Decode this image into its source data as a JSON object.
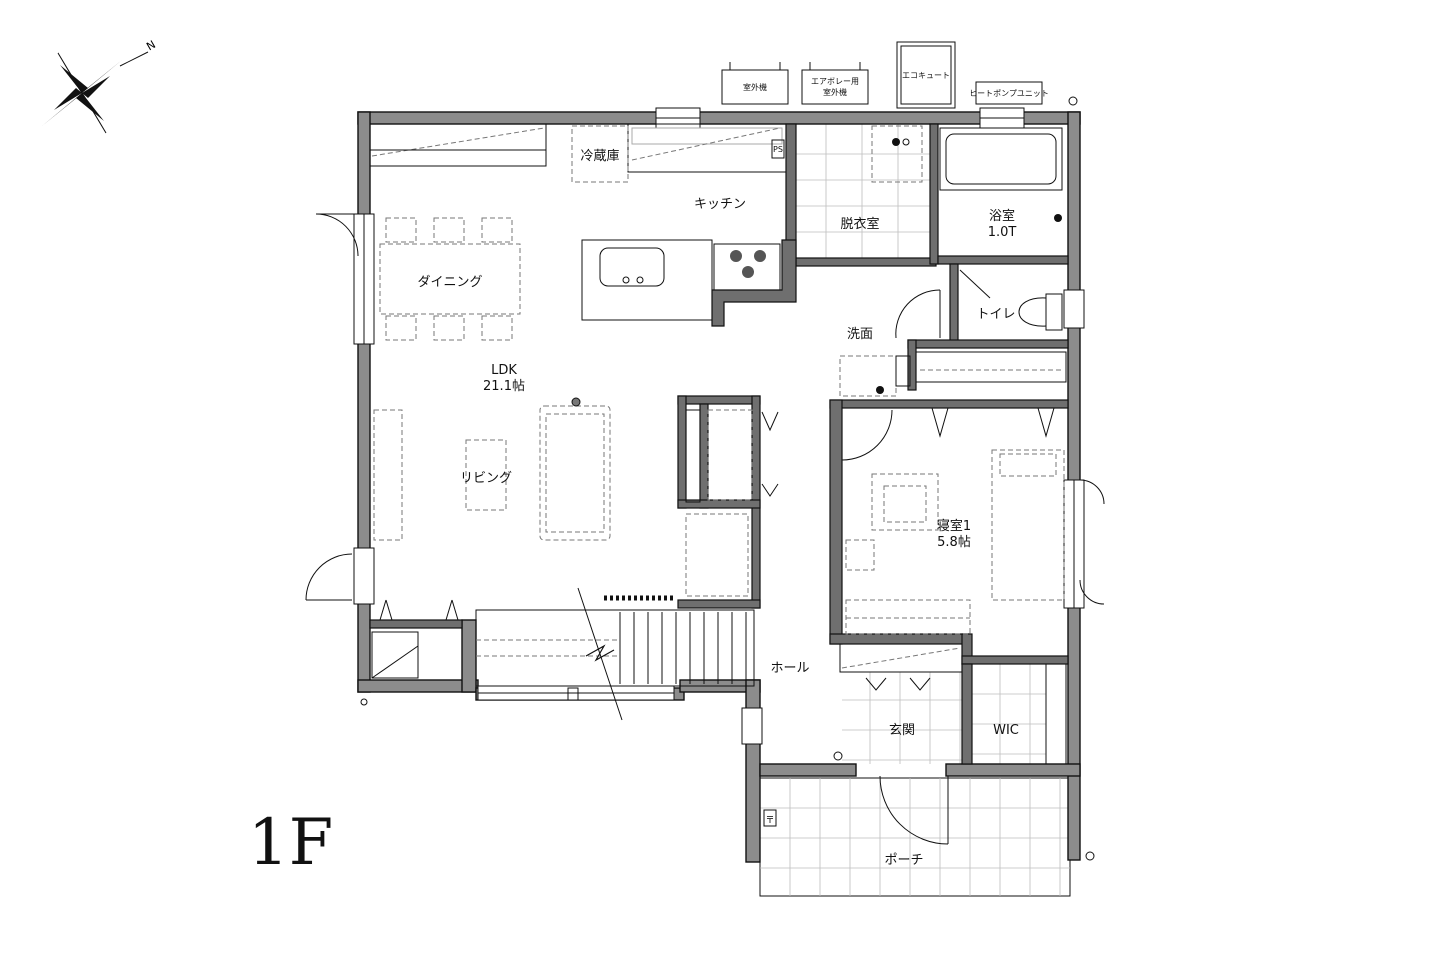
{
  "floor_label": "1F",
  "compass": {
    "north": "N"
  },
  "rooms": {
    "ldk": "LDK",
    "ldk_size": "21.1帖",
    "dining": "ダイニング",
    "living": "リビング",
    "kitchen": "キッチン",
    "fridge": "冷蔵庫",
    "ps": "PS",
    "dressing": "脱衣室",
    "bath": "浴室",
    "bath_size": "1.0T",
    "toilet": "トイレ",
    "washroom": "洗面",
    "bedroom": "寝室1",
    "bedroom_size": "5.8帖",
    "hall": "ホール",
    "entrance": "玄関",
    "wic": "WIC",
    "porch": "ポーチ"
  },
  "equipment": {
    "outdoor_unit": "室外機",
    "aerobrre_l1": "エアボレー用",
    "aerobrre_l2": "室外機",
    "ecocute": "エコキュート",
    "heatpump": "ヒートポンプユニット",
    "mailbox": "〒"
  }
}
